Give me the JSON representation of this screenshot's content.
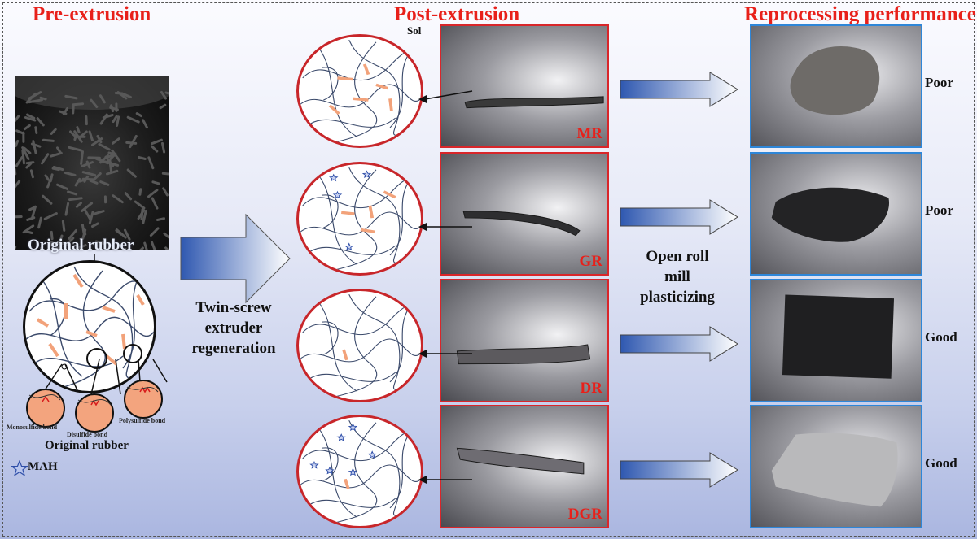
{
  "headings": {
    "pre_extrusion": "Pre-extrusion",
    "post_extrusion": "Post-extrusion",
    "reprocessing": "Reprocessing performance"
  },
  "left": {
    "photo_label": "Original rubber",
    "caption": "Original rubber",
    "bonds": [
      "Monosulfide bond",
      "Disulfide bond",
      "Polysulfide bond"
    ],
    "legend_mah": "MAH"
  },
  "process": {
    "extruder": [
      "Twin-screw",
      "extruder",
      "regeneration"
    ],
    "mill": [
      "Open roll",
      "mill",
      "plasticizing"
    ]
  },
  "sol_label": "Sol",
  "samples": [
    {
      "tag": "MR",
      "performance": "Poor"
    },
    {
      "tag": "GR",
      "performance": "Poor"
    },
    {
      "tag": "DR",
      "performance": "Good"
    },
    {
      "tag": "DGR",
      "performance": "Good"
    }
  ],
  "colors": {
    "heading": "#e8201a",
    "crosslink": "#f2a27a",
    "chain": "#3b4a6b",
    "arrow": "#2f58b0"
  }
}
